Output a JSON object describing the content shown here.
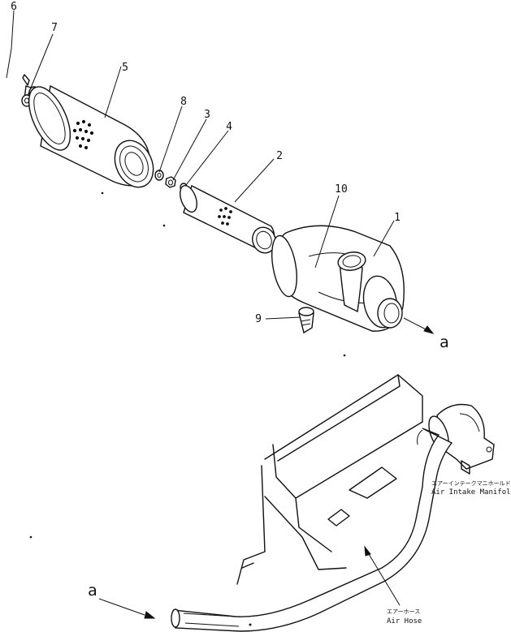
{
  "parts": [
    {
      "number": "1"
    },
    {
      "number": "2"
    },
    {
      "number": "3"
    },
    {
      "number": "4"
    },
    {
      "number": "5"
    },
    {
      "number": "6"
    },
    {
      "number": "7"
    },
    {
      "number": "8"
    },
    {
      "number": "9"
    },
    {
      "number": "10"
    }
  ],
  "connection_marker": "a",
  "manifold_label": {
    "jp": "エアーインテークマニホールド",
    "en": "Air Intake Manifold"
  },
  "hose_label": {
    "jp": "エアーホース",
    "en": "Air Hose"
  }
}
